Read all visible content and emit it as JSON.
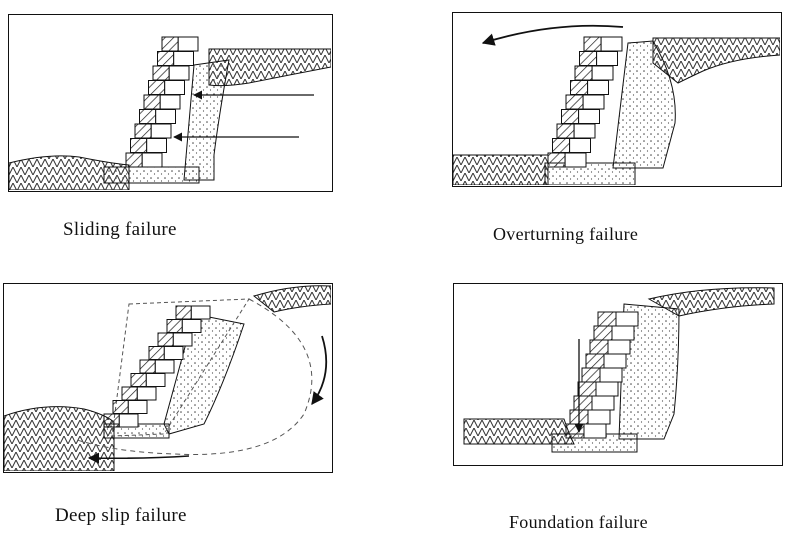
{
  "figure": {
    "panels": [
      {
        "id": "sliding",
        "caption": "Sliding failure"
      },
      {
        "id": "overturning",
        "caption": "Overturning failure"
      },
      {
        "id": "deep-slip",
        "caption": "Deep slip failure"
      },
      {
        "id": "foundation",
        "caption": "Foundation failure"
      }
    ]
  },
  "colors": {
    "line": "#111111",
    "fill_backfill": "#ffffff",
    "hatch": "#222222"
  },
  "icons": {
    "arrow": "arrow-icon",
    "curved_arrow": "curved-arrow-icon"
  }
}
